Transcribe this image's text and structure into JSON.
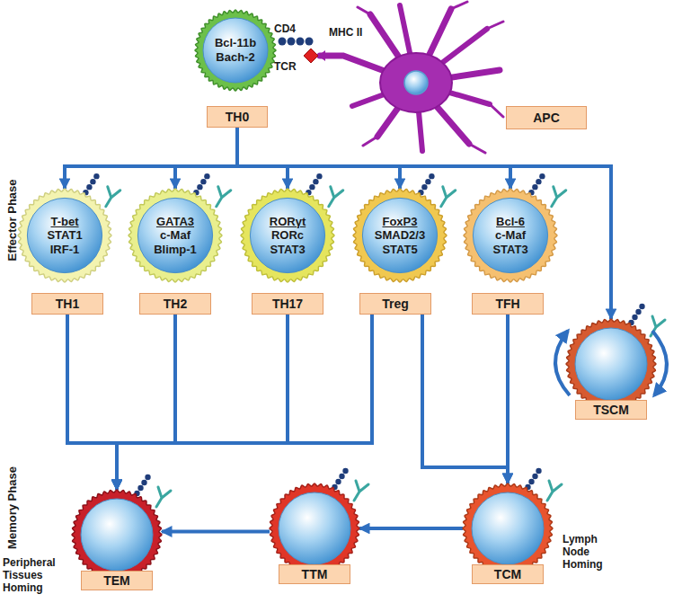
{
  "diagram": {
    "nodes": [
      {
        "text": [
          "Bcl-11b",
          "Bach-2"
        ]
      },
      {
        "text": [
          "TH0"
        ]
      },
      {
        "text": [
          "APC"
        ]
      },
      {
        "text": [
          "T-bet",
          "STAT1",
          "IRF-1"
        ]
      },
      {
        "text": [
          "TH1"
        ]
      },
      {
        "text": [
          "GATA3",
          "c-Maf",
          "Blimp-1"
        ]
      },
      {
        "text": [
          "TH2"
        ]
      },
      {
        "text": [
          "RORγt",
          "RORc",
          "STAT3"
        ]
      },
      {
        "text": [
          "TH17"
        ]
      },
      {
        "text": [
          "FoxP3",
          "SMAD2/3",
          "STAT5"
        ]
      },
      {
        "text": [
          "Treg"
        ]
      },
      {
        "text": [
          "Bcl-6",
          "c-Maf",
          "STAT3"
        ]
      },
      {
        "text": [
          "TFH"
        ]
      },
      {
        "text": [
          "TSCM"
        ]
      },
      {
        "text": [
          "TEM"
        ]
      },
      {
        "text": [
          "TTM"
        ]
      },
      {
        "text": [
          "TCM"
        ]
      }
    ],
    "edges": [
      {
        "from": 1,
        "to": 3,
        "arrow": "to"
      },
      {
        "from": 1,
        "to": 5,
        "arrow": "to"
      },
      {
        "from": 1,
        "to": 7,
        "arrow": "to"
      },
      {
        "from": 1,
        "to": 9,
        "arrow": "to"
      },
      {
        "from": 1,
        "to": 11,
        "arrow": "to"
      },
      {
        "from": 1,
        "to": 13,
        "arrow": "to"
      },
      {
        "from": 4,
        "to": 14,
        "arrow": "to"
      },
      {
        "from": 6,
        "to": 14,
        "arrow": "to"
      },
      {
        "from": 8,
        "to": 14,
        "arrow": "to"
      },
      {
        "from": 10,
        "to": 14,
        "arrow": "to"
      },
      {
        "from": 10,
        "to": 16,
        "arrow": "to"
      },
      {
        "from": 12,
        "to": 16,
        "arrow": "to"
      },
      {
        "from": 16,
        "to": 15,
        "arrow": "to"
      },
      {
        "from": 15,
        "to": 14,
        "arrow": "to"
      }
    ],
    "labels": [
      "CD4",
      "TCR",
      "MHC II",
      "Effector Phase",
      "Memory Phase",
      "Peripheral Tissues Homing",
      "Lymph Node Homing"
    ]
  }
}
